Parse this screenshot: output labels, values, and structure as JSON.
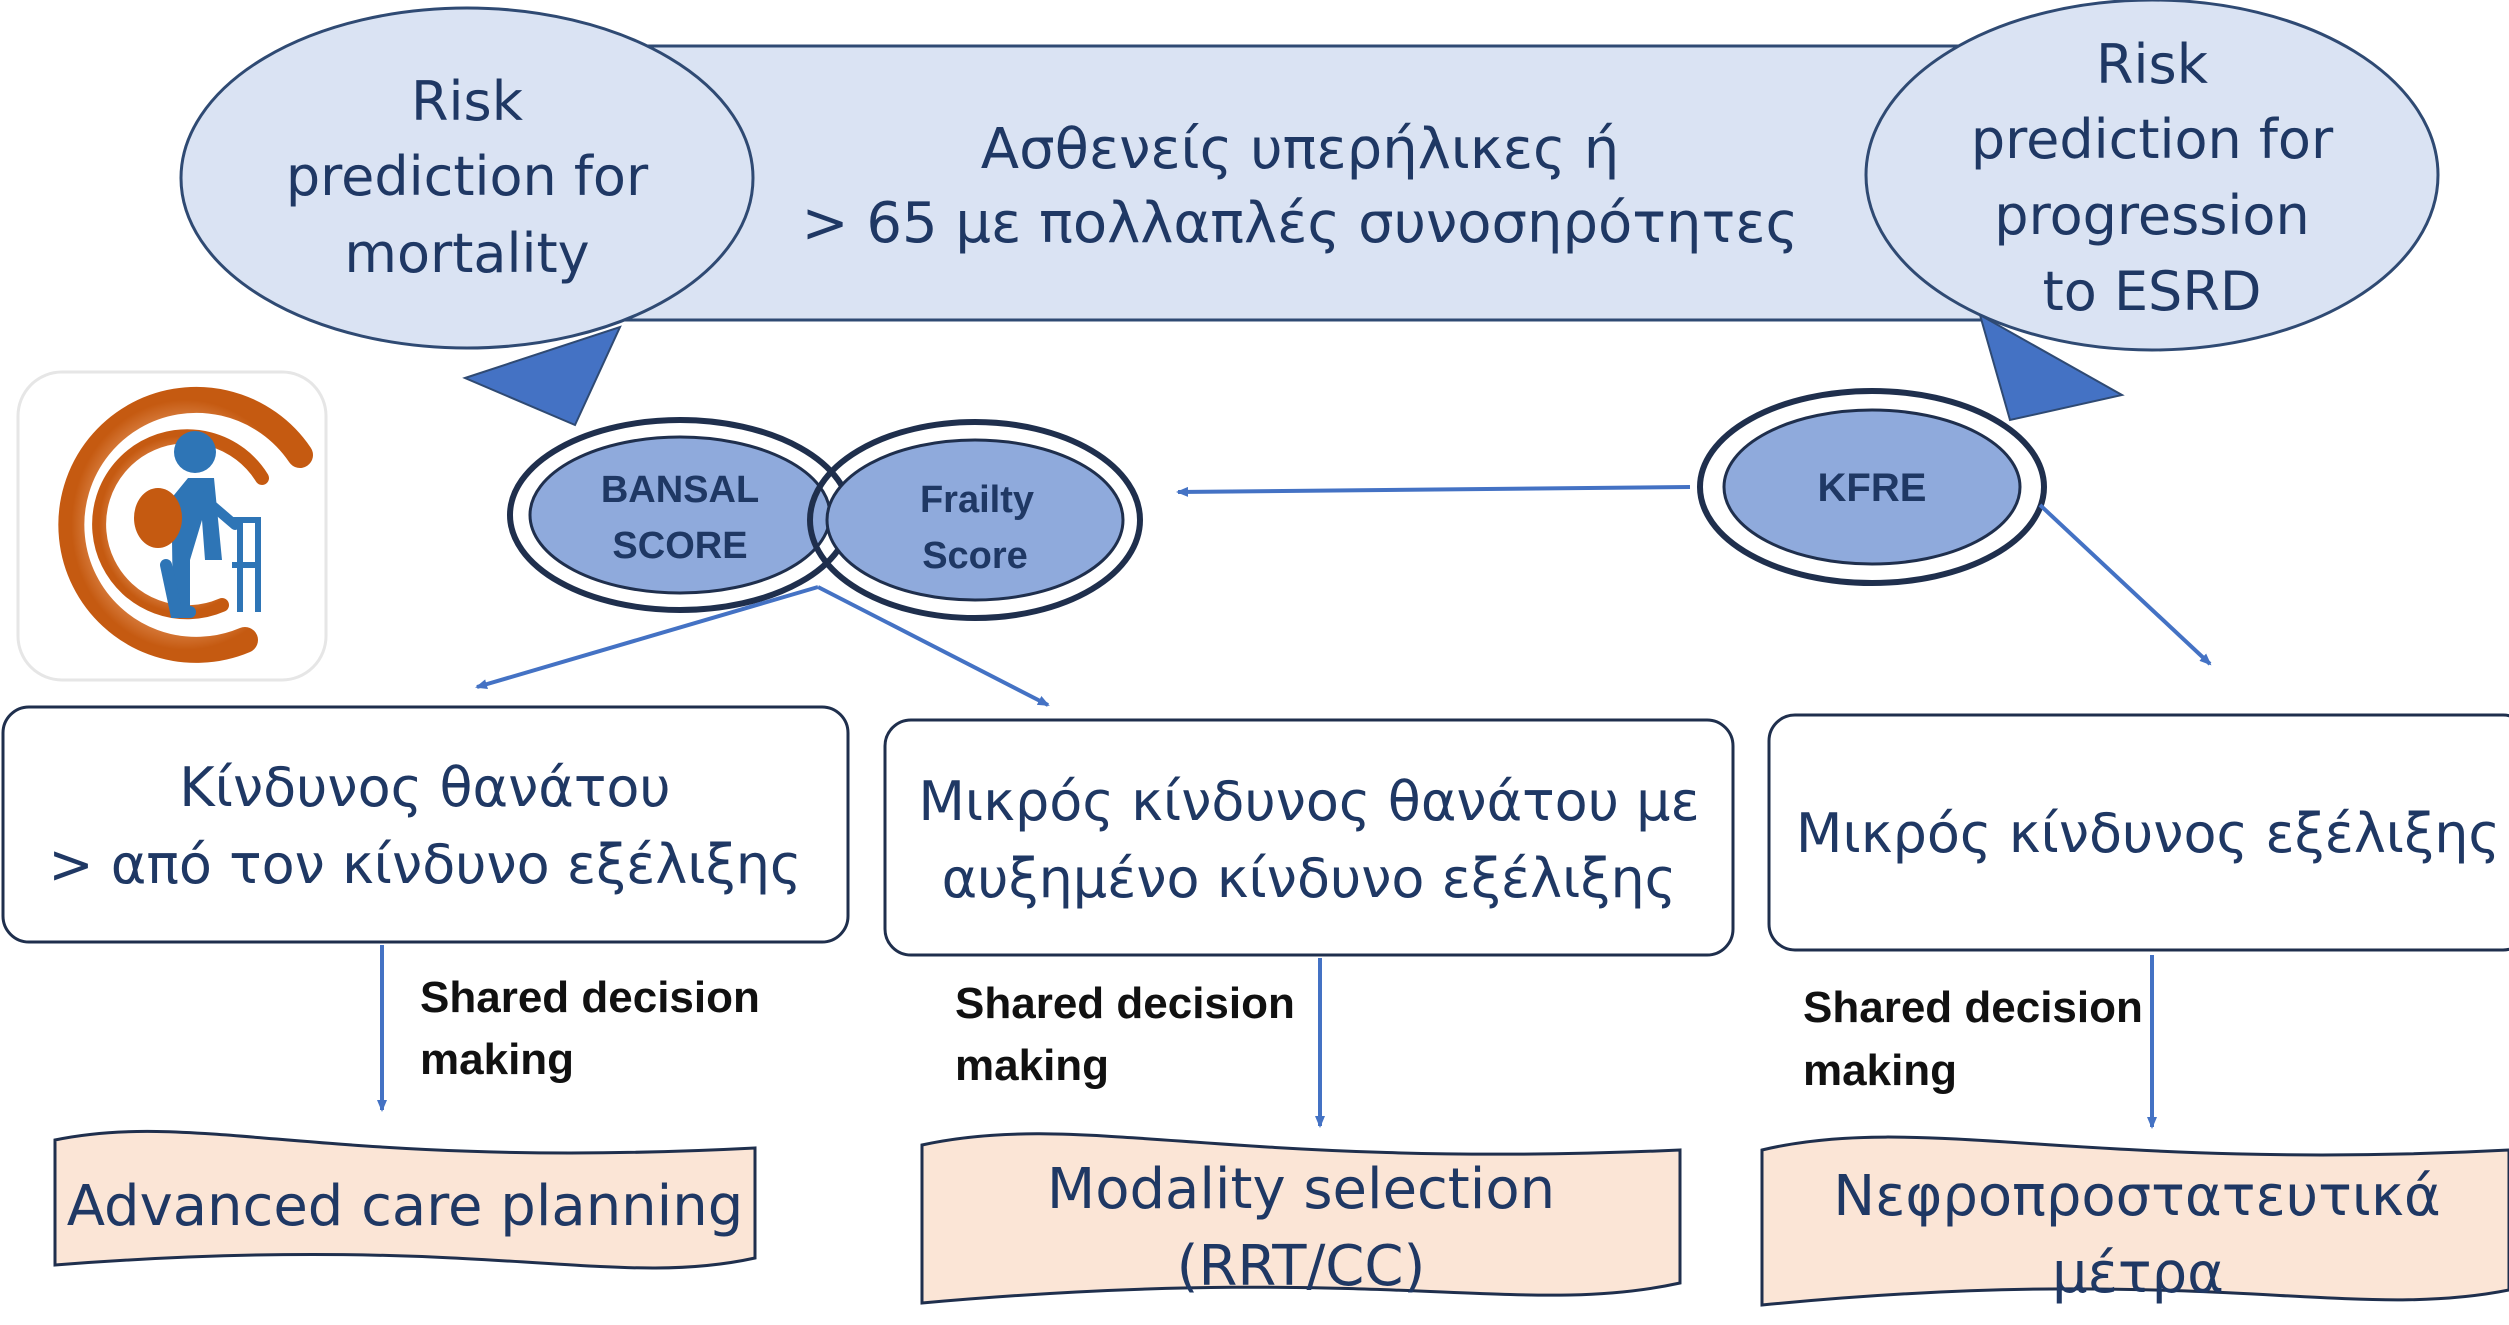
{
  "banner": {
    "line1": "Ασθενείς υπερήλικες ή",
    "line2": "> 65 με πολλαπλές συνοσηρότητες"
  },
  "bubble_left": {
    "lines": [
      "Risk",
      "prediction for",
      "mortality"
    ]
  },
  "bubble_right": {
    "lines": [
      "Risk",
      "prediction for",
      "progression",
      "to ESRD"
    ]
  },
  "scores": {
    "bansal": [
      "BANSAL",
      "SCORE"
    ],
    "frailty": [
      "Frailty",
      "Score"
    ],
    "kfre": "KFRE"
  },
  "boxes": [
    {
      "lines": [
        "Κίνδυνος θανάτου",
        "> από τον κίνδυνο εξέλιξης"
      ]
    },
    {
      "lines": [
        "Μικρός κίνδυνος θανάτου με",
        "αυξημένο κίνδυνο εξέλιξης"
      ]
    },
    {
      "lines": [
        "Μικρός κίνδυνος εξέλιξης"
      ]
    }
  ],
  "sdm_label": [
    "Shared decision",
    "making"
  ],
  "outcomes": [
    {
      "lines": [
        "Advanced care planning"
      ]
    },
    {
      "lines": [
        "Modality selection",
        "(RRT/CC)"
      ]
    },
    {
      "lines": [
        "Νεφροπροστατευτικά",
        "μέτρα"
      ]
    }
  ],
  "colors": {
    "banner_fill": "#dae3f3",
    "banner_stroke": "#2f4a73",
    "score_fill": "#8faadc",
    "dark_navy": "#1f2f4d",
    "pointer_fill": "#4472c4",
    "arrow": "#4472c4",
    "outcome_fill": "#fbe5d6",
    "text_navy": "#1f3864"
  },
  "logo": {
    "icon": "elderly-walker-icon"
  }
}
